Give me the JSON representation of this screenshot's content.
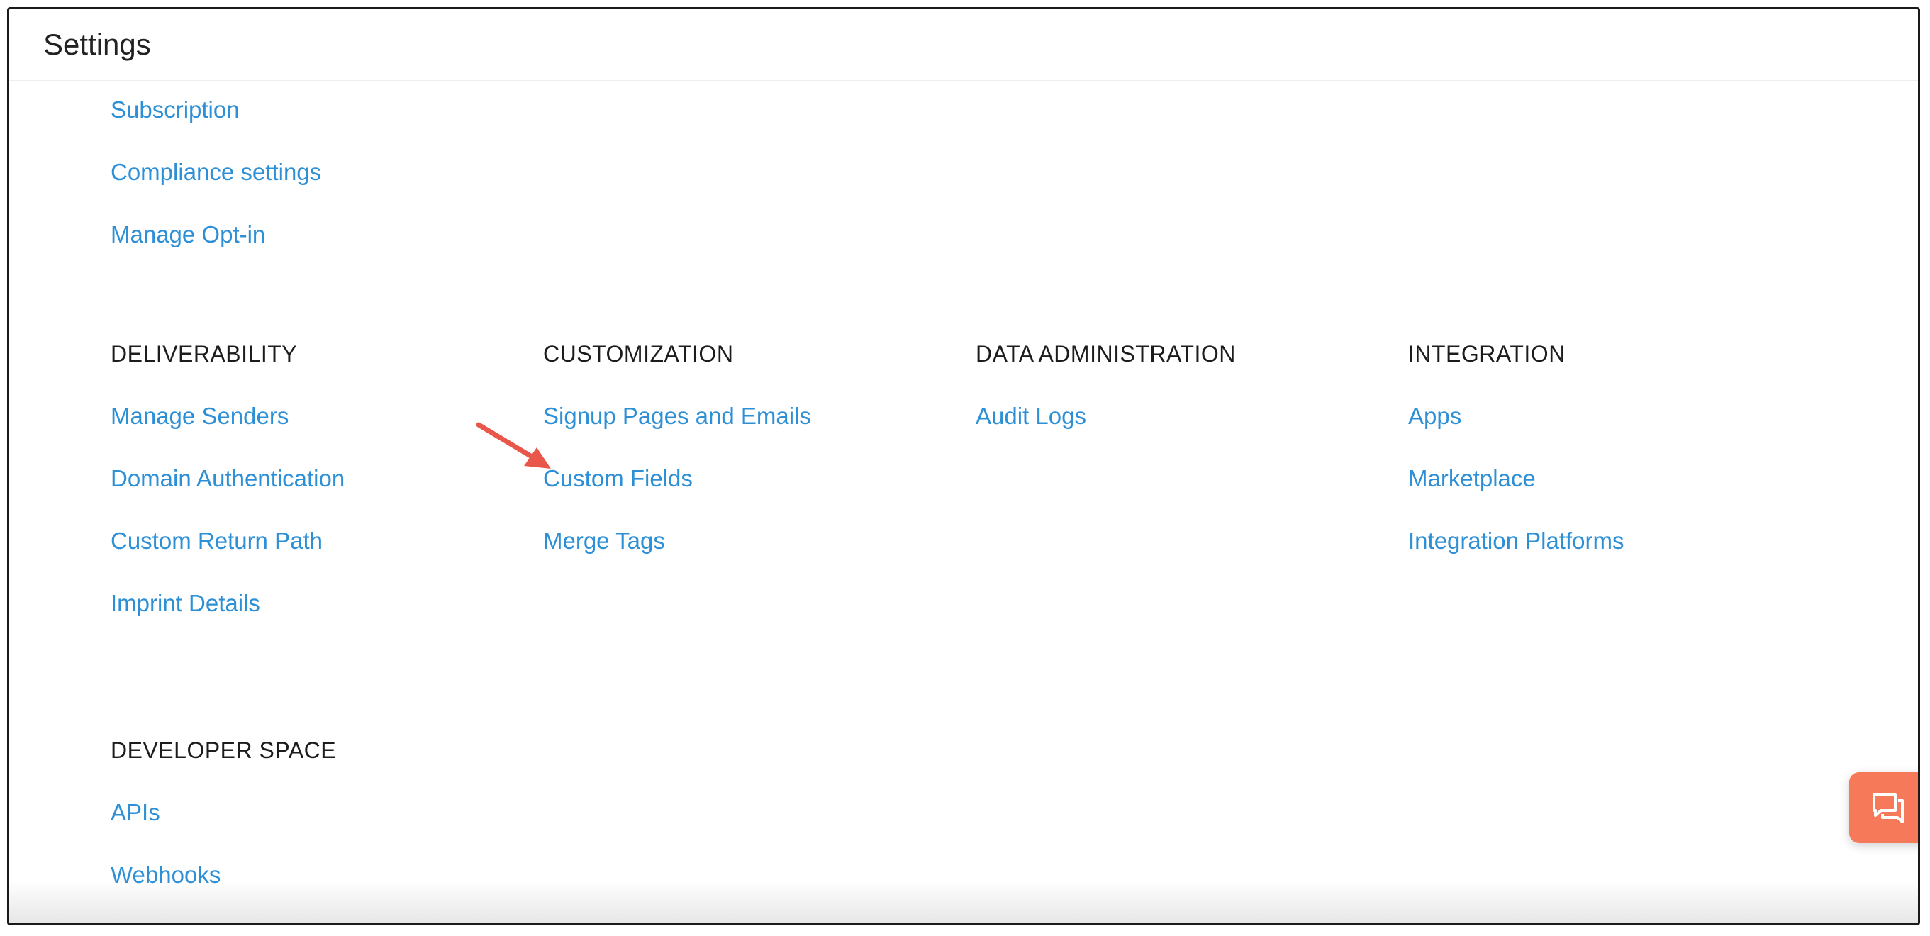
{
  "header": {
    "title": "Settings"
  },
  "top_links": [
    "Subscription",
    "Compliance settings",
    "Manage Opt-in"
  ],
  "sections": {
    "deliverability": {
      "heading": "DELIVERABILITY",
      "items": [
        "Manage Senders",
        "Domain Authentication",
        "Custom Return Path",
        "Imprint Details"
      ]
    },
    "customization": {
      "heading": "CUSTOMIZATION",
      "items": [
        "Signup Pages and Emails",
        "Custom Fields",
        "Merge Tags"
      ]
    },
    "data_administration": {
      "heading": "DATA ADMINISTRATION",
      "items": [
        "Audit Logs"
      ]
    },
    "integration": {
      "heading": "INTEGRATION",
      "items": [
        "Apps",
        "Marketplace",
        "Integration Platforms"
      ]
    },
    "developer_space": {
      "heading": "DEVELOPER SPACE",
      "items": [
        "APIs",
        "Webhooks"
      ]
    }
  },
  "icons": {
    "annotation_arrow": "arrow-icon",
    "chat": "chat-icon"
  },
  "colors": {
    "link": "#2d8fd5",
    "heading": "#1c1c1c",
    "arrow": "#e8574a",
    "chat_button": "#f67a5a"
  }
}
